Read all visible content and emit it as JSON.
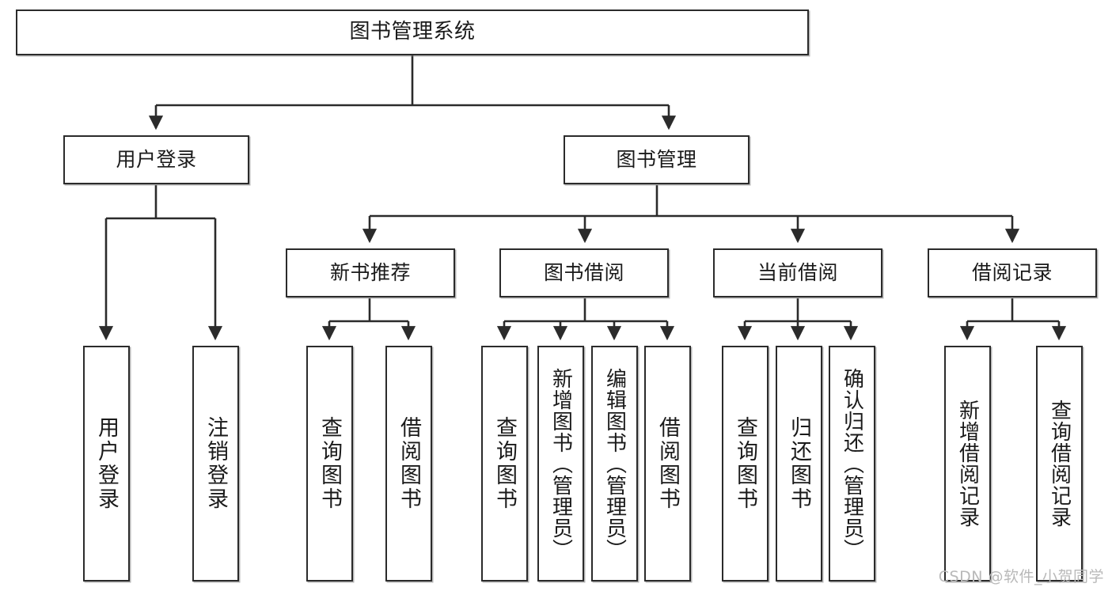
{
  "diagram": {
    "title": "图书管理系统",
    "type": "tree-hierarchy-diagram",
    "colors": {
      "box_border": "#2b2b2b",
      "box_fill": "#ffffff",
      "edge": "#2b2b2b",
      "background": "#ffffff",
      "watermark": "#b9b9b9"
    },
    "root": {
      "label": "图书管理系统"
    },
    "level2": [
      {
        "label": "用户登录"
      },
      {
        "label": "图书管理"
      }
    ],
    "level3": [
      {
        "label": "新书推荐"
      },
      {
        "label": "图书借阅"
      },
      {
        "label": "当前借阅"
      },
      {
        "label": "借阅记录"
      }
    ],
    "leaves": {
      "user_login": [
        {
          "label": "用户登录"
        },
        {
          "label": "注销登录"
        }
      ],
      "new_book_recommend": [
        {
          "label": "查询图书"
        },
        {
          "label": "借阅图书"
        }
      ],
      "book_borrow": [
        {
          "label": "查询图书"
        },
        {
          "label": "新增图书（管理员）"
        },
        {
          "label": "编辑图书（管理员）"
        },
        {
          "label": "借阅图书"
        }
      ],
      "current_borrow": [
        {
          "label": "查询图书"
        },
        {
          "label": "归还图书"
        },
        {
          "label": "确认归还（管理员）"
        }
      ],
      "borrow_record": [
        {
          "label": "新增借阅记录"
        },
        {
          "label": "查询借阅记录"
        }
      ]
    }
  },
  "watermark": {
    "text": "CSDN @软件_小贺同学"
  }
}
